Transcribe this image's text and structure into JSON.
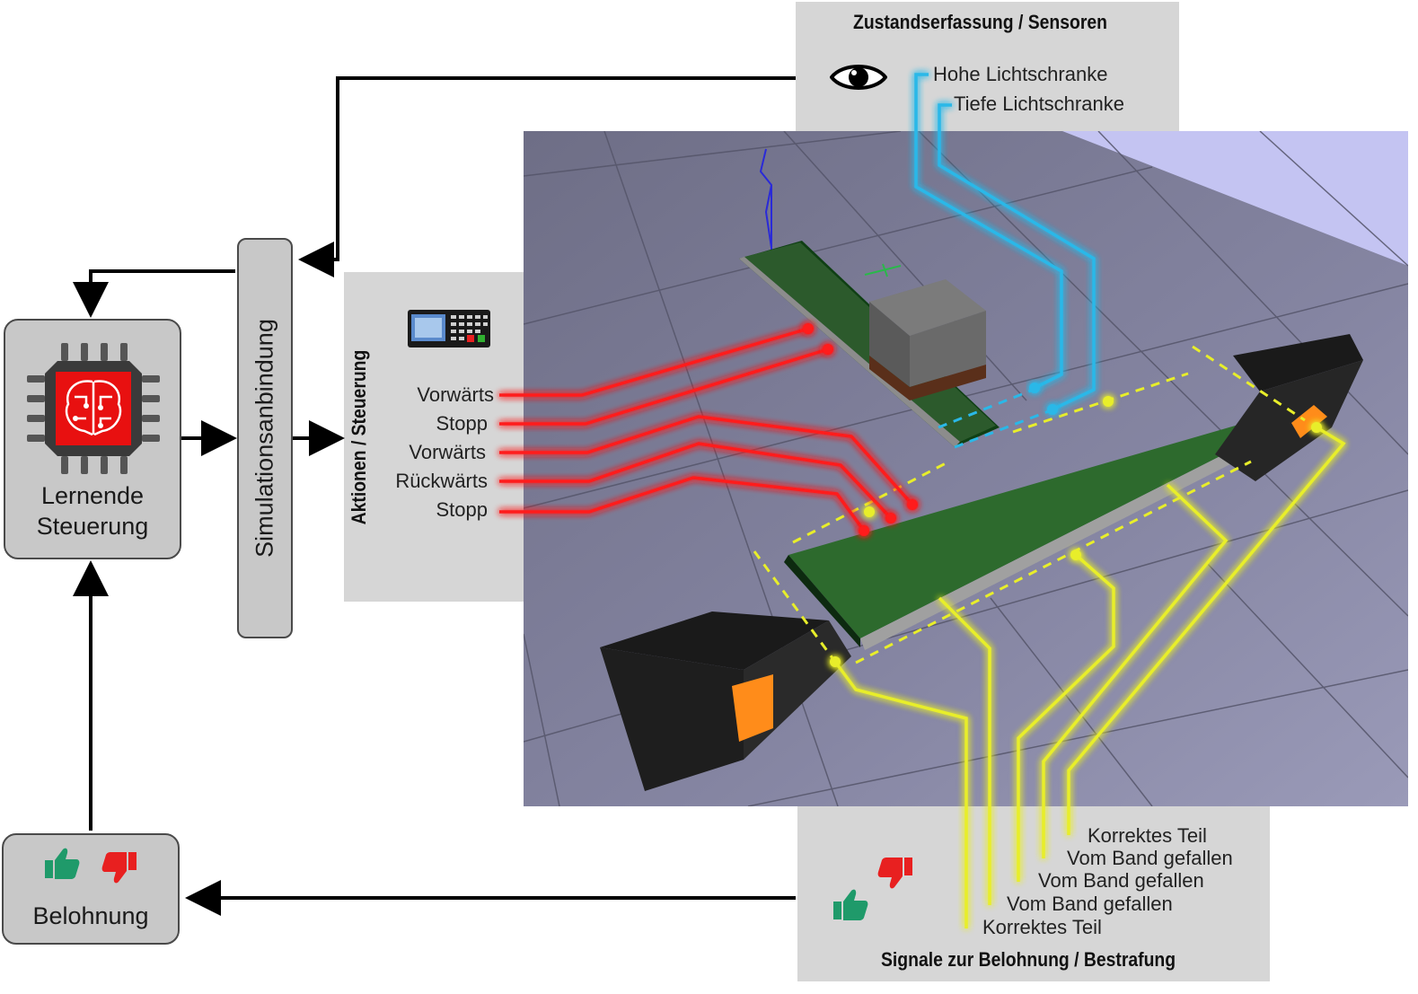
{
  "controller": {
    "label_line1": "Lernende",
    "label_line2": "Steuerung"
  },
  "simulation": {
    "label": "Simulationsanbindung"
  },
  "reward": {
    "label": "Belohnung"
  },
  "sensors_panel": {
    "title": "Zustandserfassung / Sensoren",
    "items": [
      "Hohe Lichtschranke",
      "Tiefe Lichtschranke"
    ]
  },
  "actions_panel": {
    "title": "Aktionen / Steuerung",
    "items": [
      "Vorwärts",
      "Stopp",
      "Vorwärts",
      "Rückwärts",
      "Stopp"
    ]
  },
  "reward_panel": {
    "title": "Signale zur Belohnung / Bestrafung",
    "items": [
      "Korrektes Teil",
      "Vom Band gefallen",
      "Vom Band gefallen",
      "Vom Band gefallen",
      "Korrektes Teil"
    ]
  },
  "colors": {
    "action_wire": "#ff1a1a",
    "sensor_wire": "#2ab8e8",
    "reward_wire": "#e8ee2a",
    "thumb_up": "#1f9a6a",
    "thumb_down": "#e82020",
    "chip": "#e81010"
  },
  "icons": [
    "brain-chip-icon",
    "eye-icon",
    "control-panel-icon",
    "thumbs-up-icon",
    "thumbs-down-icon"
  ]
}
